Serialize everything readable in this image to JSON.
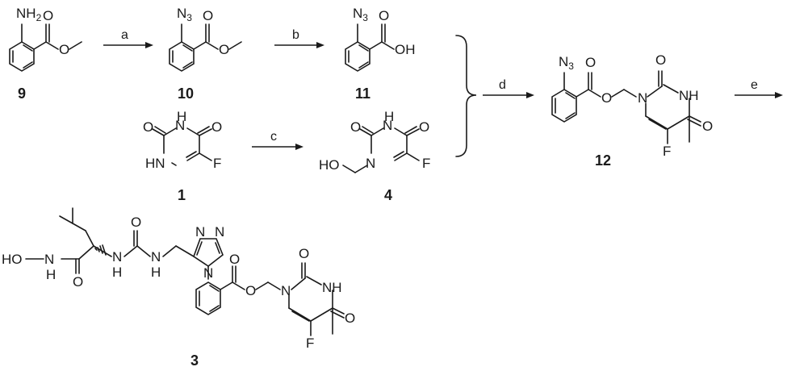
{
  "compounds": {
    "c9": {
      "label": "9",
      "substituent": "NH",
      "substituent_sub": "2"
    },
    "c10": {
      "label": "10",
      "substituent": "N",
      "substituent_sub": "3"
    },
    "c11": {
      "label": "11",
      "substituent": "N",
      "substituent_sub": "3",
      "acid": "OH"
    },
    "c1": {
      "label": "1"
    },
    "c4": {
      "label": "4",
      "hydroxyl": "HO"
    },
    "c12": {
      "label": "12",
      "substituent": "N",
      "substituent_sub": "3"
    },
    "c3": {
      "label": "3"
    }
  },
  "atoms": {
    "O": "O",
    "N": "N",
    "NH": "NH",
    "HN": "HN",
    "H": "H",
    "F": "F",
    "HO": "HO"
  },
  "steps": {
    "a": "a",
    "b": "b",
    "c": "c",
    "d": "d",
    "e": "e"
  }
}
